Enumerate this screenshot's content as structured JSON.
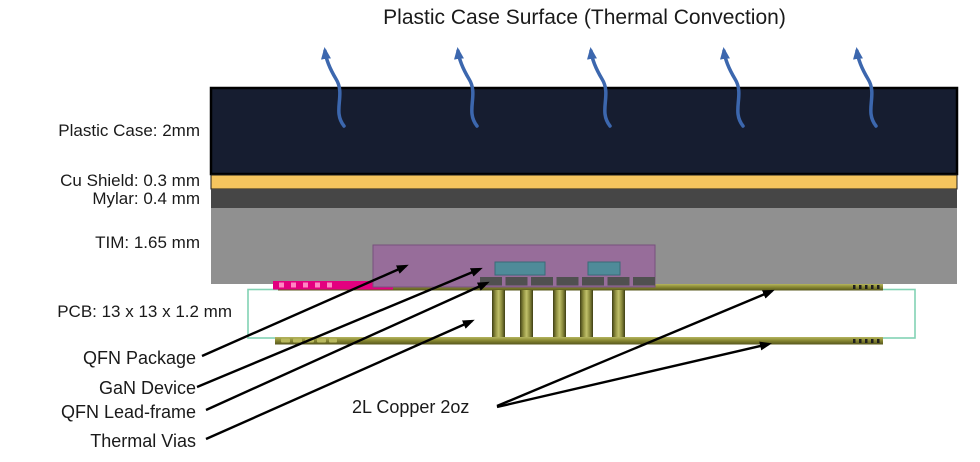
{
  "title": "Plastic Case Surface (Thermal Convection)",
  "layer_labels": {
    "plastic_case": "Plastic Case: 2mm",
    "cu_shield": "Cu Shield: 0.3 mm",
    "mylar": "Mylar: 0.4 mm",
    "tim": "TIM: 1.65 mm",
    "pcb": "PCB: 13 x 13 x 1.2 mm"
  },
  "part_labels": {
    "qfn_package": "QFN Package",
    "gan_device": "GaN Device",
    "qfn_lead_frame": "QFN Lead-frame",
    "thermal_vias": "Thermal Vias",
    "copper": "2L Copper 2oz"
  },
  "colors": {
    "convection_arrow": "#3c67ae",
    "case_fill": "#161d30",
    "case_border": "#000000",
    "cu_shield_fill": "#f5c55e",
    "mylar_fill": "#464646",
    "tim_fill": "#909090",
    "qfn_package_fill": "#976d9a",
    "qfn_package_border": "#77517d",
    "gan_fill": "#4f8b99",
    "gan_border": "#3a6b78",
    "lead_frame_fill": "#505050",
    "copper_light": "#b5b55e",
    "copper_mid": "#8a8a33",
    "copper_dark": "#55551c",
    "pcb_outline": "#82d2b4",
    "magenta_strip": "#e3007f",
    "magenta_tick": "#ff85c2",
    "leader_line": "#000000"
  }
}
